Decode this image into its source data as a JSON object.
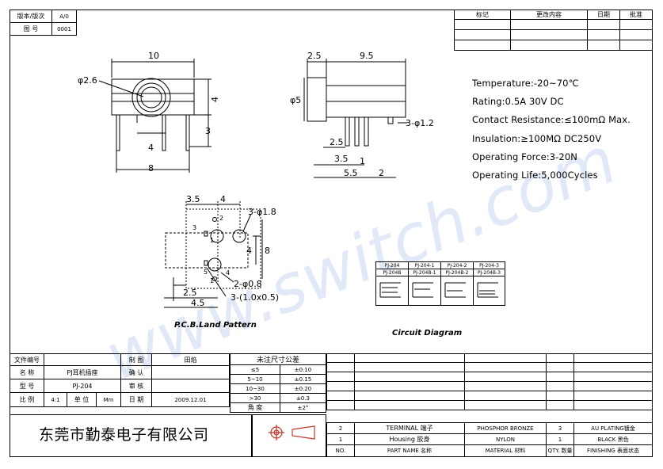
{
  "title_block": {
    "version_label": "版本/版次",
    "version_value": "A/0",
    "drawing_no_label": "图 号",
    "drawing_no_value": "0001"
  },
  "revision_table": {
    "headers": [
      "标记",
      "更改内容",
      "日期",
      "批准"
    ]
  },
  "specs": [
    "Temperature:-20~70℃",
    "Rating:0.5A  30V  DC",
    "Contact Resistance:≤100mΩ  Max.",
    "Insulation:≥100MΩ  DC250V",
    "Operating Force:3-20N",
    "Operating Life:5,000Cycles"
  ],
  "front_view": {
    "dim_width_top": "10",
    "dim_hole_dia": "φ2.6",
    "dim_height_4": "4",
    "dim_height_3": "3",
    "dim_pin_span": "4",
    "dim_width_bottom": "8"
  },
  "side_view": {
    "dim_front": "2.5",
    "dim_body": "9.5",
    "dim_dia": "φ5",
    "dim_pin_dia": "3-φ1.2",
    "dim_a": "2.5",
    "dim_b": "3.5",
    "dim_c": "1",
    "dim_d": "5.5",
    "dim_e": "2"
  },
  "pcb": {
    "dim_top_a": "3.5",
    "dim_top_b": "4",
    "dim_big_holes": "3-φ1.8",
    "dim_small_holes": "2-φ0.8",
    "dim_slots": "3-(1.0x0.5)",
    "dim_4": "4",
    "dim_8": "8",
    "dim_25": "2.5",
    "dim_45": "4.5",
    "dim_1": "1",
    "pin_labels": [
      "1",
      "2",
      "3",
      "4",
      "5"
    ],
    "caption": "P.C.B.Land Pattern"
  },
  "circuit": {
    "row1": [
      "PJ-204",
      "PJ-204-1",
      "PJ-204-2",
      "PJ-204-3"
    ],
    "row2": [
      "PJ-204B",
      "PJ-204B-1",
      "PJ-204B-2",
      "PJ-204B-3"
    ],
    "caption": "Circuit Diagram"
  },
  "bottom_info": {
    "file_no_label": "文件编号",
    "name_label": "名  称",
    "name_value": "PJ耳机插座",
    "model_label": "型  号",
    "model_value": "PJ-204",
    "scale_label": "比  例",
    "scale_value": "4:1",
    "unit_label": "单 位",
    "unit_value": "Mm",
    "draw_label": "制  图",
    "draw_value": "田焰",
    "check_label": "确  认",
    "audit_label": "审 核",
    "date_label": "日  期",
    "date_value": "2009.12.01"
  },
  "tolerance": {
    "title": "未注尺寸公差",
    "rows": [
      {
        "range": "≤5",
        "tol": "±0.10"
      },
      {
        "range": "5~10",
        "tol": "±0.15"
      },
      {
        "range": "10~30",
        "tol": "±0.20"
      },
      {
        "range": ">30",
        "tol": "±0.3"
      },
      {
        "range": "角  度",
        "tol": "±2°"
      }
    ]
  },
  "company": "东莞市勤泰电子有限公司",
  "parts": {
    "rows": [
      {
        "no": "2",
        "name": "TERMINAL  端子",
        "material": "PHOSPHOR BRONZE",
        "qty": "3",
        "finish": "AU  PLATING镀金"
      },
      {
        "no": "1",
        "name": "Housing  胶身",
        "material": "NYLON",
        "qty": "1",
        "finish": "BLACK 黑色"
      }
    ],
    "headers": {
      "no": "NO.",
      "name": "PART NAME 名称",
      "material": "MATERIAL 材料",
      "qty": "QTY. 数量",
      "finish": "FINISHING 表面状态"
    }
  },
  "watermark": "www.switch.com"
}
